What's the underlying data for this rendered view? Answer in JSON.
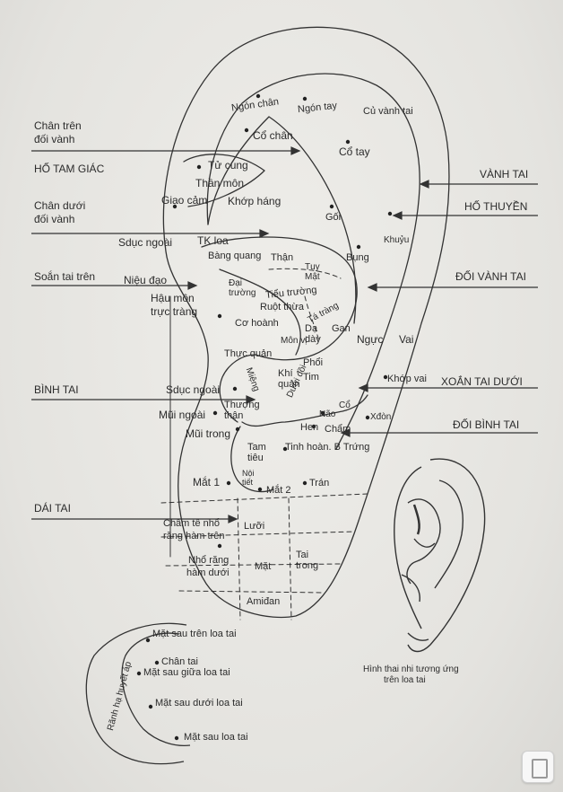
{
  "left_labels": {
    "chan_tren_1": "Chân trên",
    "chan_tren_2": "đối vành",
    "ho_tam_giac": "HỐ TAM GIÁC",
    "chan_duoi_1": "Chân dưới",
    "chan_duoi_2": "đối vành",
    "soan_tai_tren": "Soắn tai trên",
    "binh_tai": "BÌNH TAI",
    "dai_tai": "DÁI TAI"
  },
  "right_labels": {
    "vanh_tai": "VÀNH TAI",
    "ho_thuyen": "HỐ THUYỀN",
    "doi_vanh_tai": "ĐỐI VÀNH TAI",
    "xoan_tai_duoi": "XOẮN TAI DƯỚI",
    "doi_binh_tai": "ĐỐI BÌNH TAI"
  },
  "points": {
    "ngon_chan": "Ngón chân",
    "ngon_tay": "Ngón tay",
    "cu_vanh_tai": "Củ vành tai",
    "co_chan": "Cổ chân",
    "co_tay": "Cổ tay",
    "tu_cung": "Tử cung",
    "than_mon": "Thần môn",
    "giao_cam": "Giao cảm",
    "khop_hang": "Khớp háng",
    "goi": "Gối",
    "khuyu": "Khuỷu",
    "sduc_ngoai_1": "Sdục ngoài",
    "tk_loa": "TK loa",
    "bang_quang": "Bàng quang",
    "than": "Thận",
    "tuy_mat": "Tụy Mật",
    "bung": "Bụng",
    "nieu_dao": "Niệu đạo",
    "dai_truong": "Đại trường",
    "tieu_truong": "Tiểu trường",
    "ruot_thua": "Ruột thừa",
    "ta_trang": "Tá tràng",
    "hau_mon": "Hậu môn",
    "truc_trang": "trực tràng",
    "co_hoanh": "Cơ hoành",
    "da_day": "Dạ dày",
    "gan": "Gan",
    "nguc": "Ngực",
    "vai": "Vai",
    "thuc_quan": "Thực quản",
    "mon_vi": "Môn vị",
    "khi_quan": "Khí quản",
    "phoi": "Phổi",
    "tim": "Tim",
    "mieng": "Miệng",
    "sduc_ngoai_2": "Sdục ngoài",
    "khop_vai": "Khớp vai",
    "thuong_than": "Thượng thận",
    "mui_ngoai": "Mũi ngoài",
    "mui_trong": "Mũi trong",
    "duoi_doi": "Dưới đồi",
    "nao": "Não",
    "co": "Cổ",
    "xuong_don": "Xđòn",
    "hen": "Hen",
    "cham": "Chẩm",
    "tam_tieu": "Tam tiêu",
    "noi_tiet": "Nội tiết",
    "tinh_hoan": "Tinh hoàn. B Trứng",
    "mat_1": "Mắt 1",
    "mat_2": "Mắt 2",
    "tran": "Trán",
    "cham_te_1": "Châm tê nhổ",
    "cham_te_2": "răng hàm trên",
    "luoi": "Lưỡi",
    "nho_rang_1": "Nhổ răng",
    "nho_rang_2": "hàm dưới",
    "mat_lobe": "Mặt",
    "tai_trong": "Tai trong",
    "amidan": "Amiđan"
  },
  "back": {
    "tren": "Mặt sau trên loa tai",
    "chan_tai": "Chân tai",
    "giua": "Mặt sau giữa loa tai",
    "duoi": "Mặt sau dưới loa tai",
    "mat_sau": "Mặt sau loa tai",
    "ranh": "Rãnh hạ huyết áp"
  },
  "caption": {
    "line1": "Hình thai nhi tương ứng",
    "line2": "trên loa tai"
  }
}
